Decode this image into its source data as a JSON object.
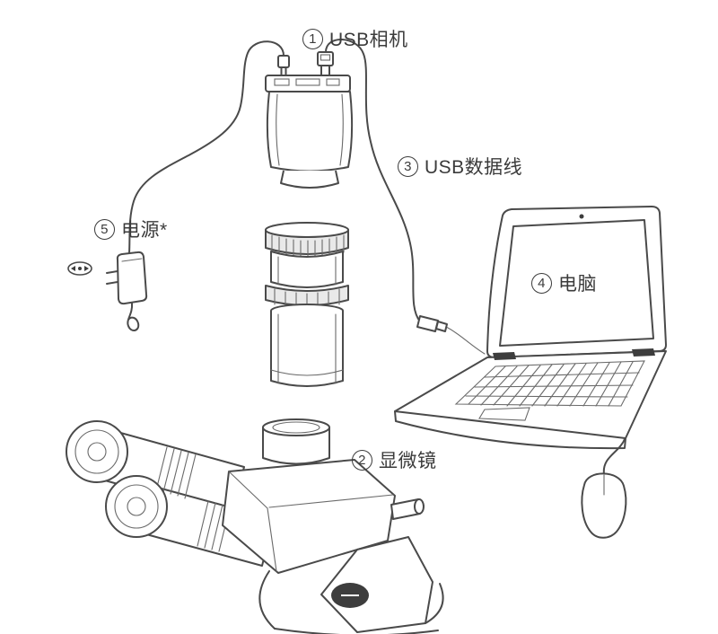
{
  "diagram": {
    "background": "#ffffff",
    "line_color": "#4a4a4a",
    "text_color": "#3b3b3b"
  },
  "labels": {
    "camera": {
      "num": "1",
      "text": "USB相机"
    },
    "microscope": {
      "num": "2",
      "text": "显微镜"
    },
    "cable": {
      "num": "3",
      "text": "USB数据线"
    },
    "computer": {
      "num": "4",
      "text": "电脑"
    },
    "power": {
      "num": "5",
      "text": "电源*"
    }
  }
}
